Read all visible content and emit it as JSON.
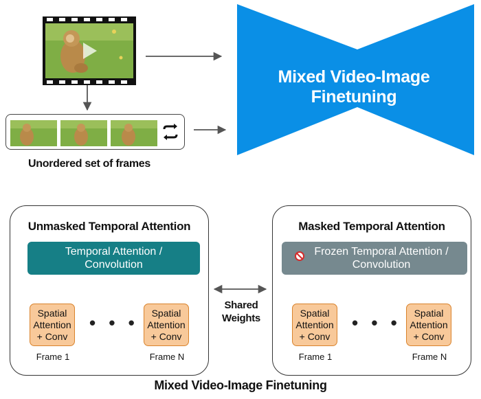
{
  "colors": {
    "bowtie_blue": "#0a8fe6",
    "teal_box": "#167f86",
    "grey_box": "#76898f",
    "spatial_fill": "#f8c99a",
    "spatial_border": "#d9822b",
    "no_icon_red": "#d42b2b"
  },
  "top": {
    "frames_caption": "Unordered set of frames",
    "bowtie_label": "Mixed Video-Image Finetuning",
    "icons": [
      "play-icon",
      "shuffle-icon"
    ]
  },
  "left_panel": {
    "title": "Unmasked Temporal Attention",
    "temporal_line1": "Temporal Attention /",
    "temporal_line2": "Convolution",
    "spatial_line1": "Spatial",
    "spatial_line2": "Attention",
    "spatial_line3": "+ Conv",
    "frame_first": "Frame 1",
    "frame_last": "Frame N",
    "dots": "• • •"
  },
  "right_panel": {
    "title": "Masked Temporal Attention",
    "temporal_line1": "Frozen Temporal Attention /",
    "temporal_line2": "Convolution",
    "spatial_line1": "Spatial",
    "spatial_line2": "Attention",
    "spatial_line3": "+ Conv",
    "frame_first": "Frame 1",
    "frame_last": "Frame N",
    "dots": "• • •",
    "icon": "no-entry-icon"
  },
  "shared": {
    "line1": "Shared",
    "line2": "Weights"
  },
  "caption": "Mixed Video-Image Finetuning"
}
